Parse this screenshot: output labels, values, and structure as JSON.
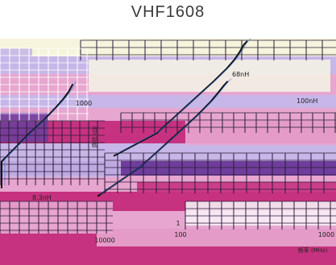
{
  "page_title": "VHF1608",
  "chart_data": {
    "type": "line",
    "title": "VHF1608",
    "xlabel": "频率 (MHz)",
    "ylabel": "感抗 (Ω)",
    "x_scale": "log",
    "y_scale": "log",
    "xlim": [
      1,
      10000
    ],
    "ylim": [
      1,
      1000
    ],
    "grid": true,
    "legend_position": "none",
    "x_tick_labels": [
      "1",
      "100",
      "1000",
      "10000"
    ],
    "y_tick_labels": [
      "1000"
    ],
    "series": [
      {
        "name": "68nH",
        "x": [
          1,
          10,
          100,
          200,
          400,
          600,
          800,
          1000,
          1200
        ],
        "y": [
          1,
          4,
          43,
          88,
          190,
          320,
          520,
          800,
          1000
        ]
      },
      {
        "name": "100nH",
        "x": [
          1,
          10,
          100,
          200,
          400,
          600,
          800,
          1000
        ],
        "y": [
          1,
          6,
          63,
          130,
          290,
          500,
          760,
          1000
        ]
      },
      {
        "name": "8.3nH",
        "x": [
          10,
          100,
          500,
          1000,
          2000,
          3000,
          4000,
          5000
        ],
        "y": [
          1,
          5,
          27,
          55,
          125,
          210,
          330,
          520
        ]
      }
    ],
    "colors": {
      "band_magenta": "#c6327f",
      "band_pink": "#e7a6cf",
      "band_lavender": "#c7b6e8",
      "band_cream": "#f6f4dc",
      "band_purple": "#6f3d9c",
      "grid_dark": "#2b1b3a",
      "grid_light": "#ffffff",
      "curve": "#111111",
      "curve_blue": "#2a6fd6"
    }
  }
}
